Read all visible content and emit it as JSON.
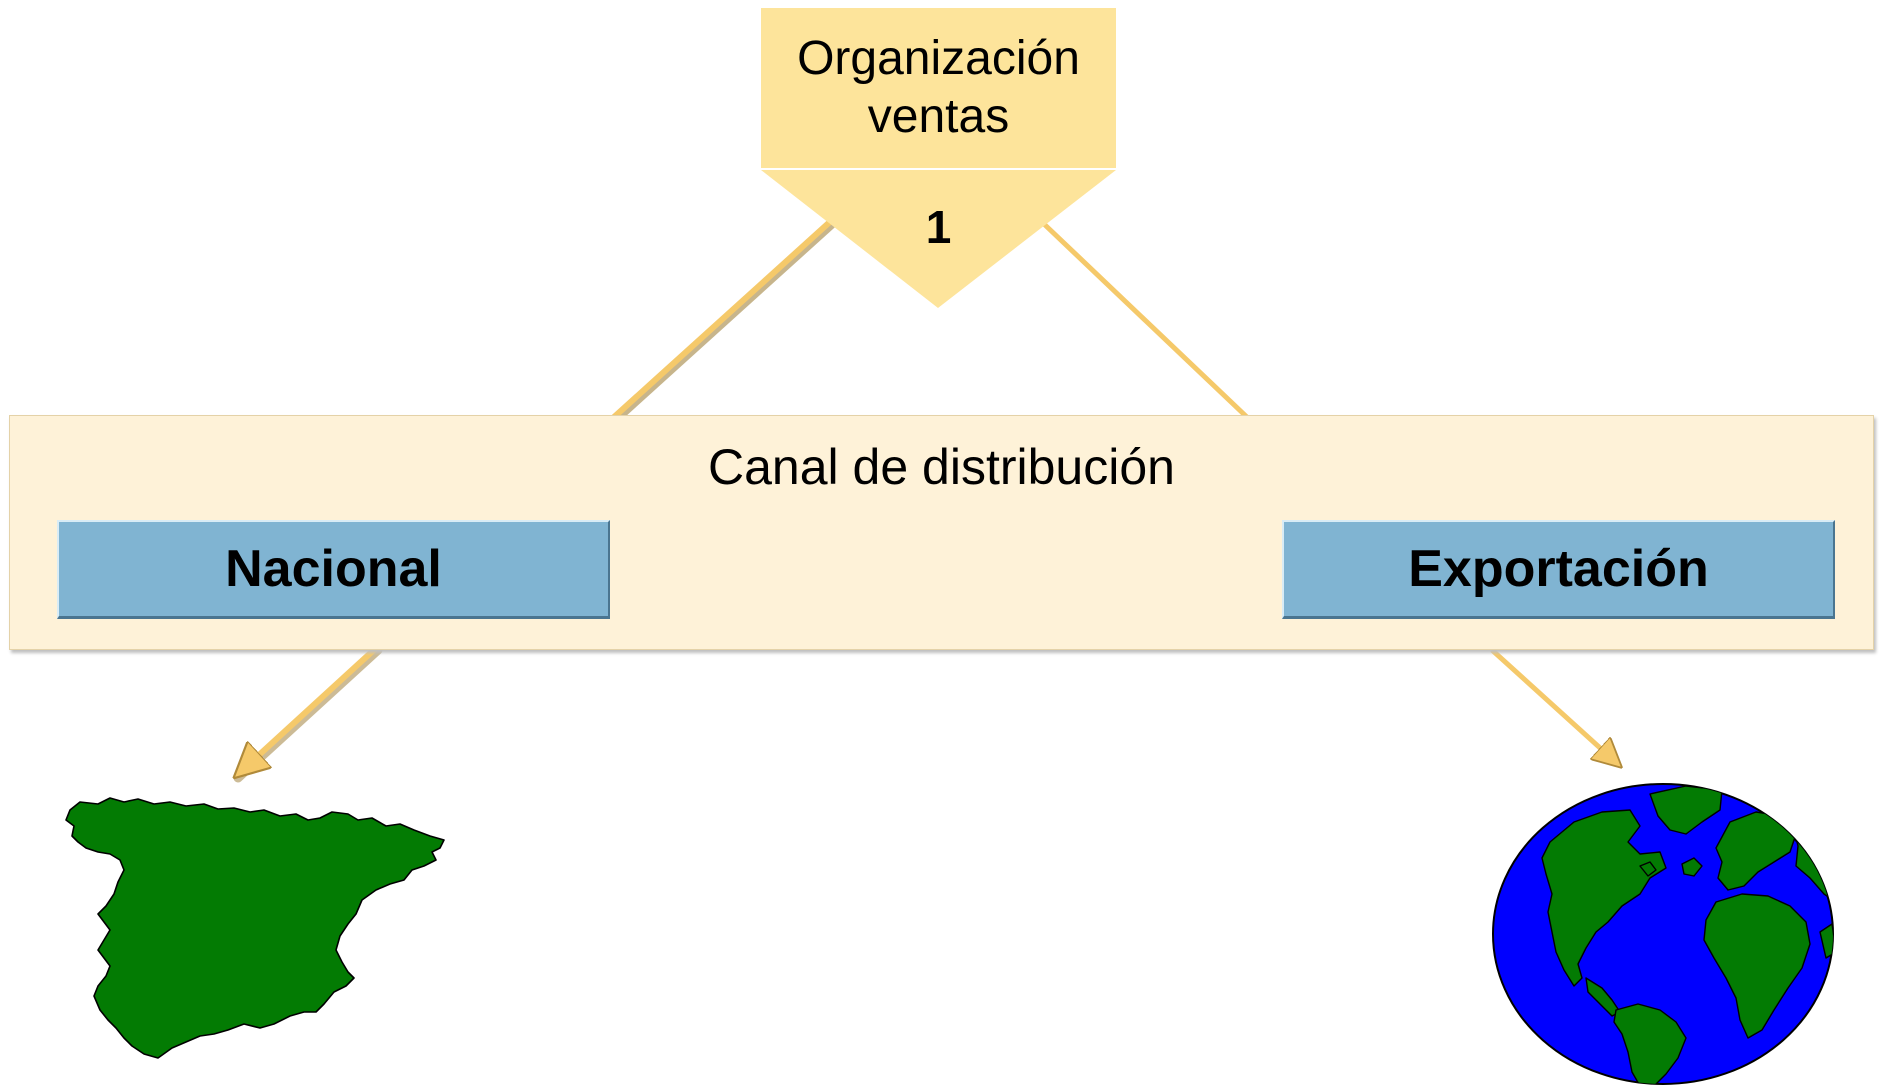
{
  "sales_org": {
    "line1": "Organización",
    "line2": "ventas",
    "number": "1"
  },
  "channel": {
    "title": "Canal de distribución",
    "items": [
      {
        "label": "Nacional"
      },
      {
        "label": "Exportación"
      }
    ]
  },
  "colors": {
    "org_fill": "#fde49b",
    "panel_fill": "#fef2d8",
    "box_fill": "#80b4d2",
    "arrow": "#f5c96a",
    "land": "#037b03",
    "ocean": "#0000ff"
  },
  "icons": {
    "spain": "spain-map-icon",
    "globe": "globe-icon"
  }
}
